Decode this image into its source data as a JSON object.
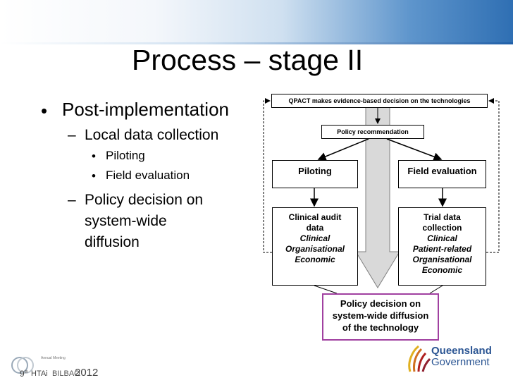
{
  "slide": {
    "title": "Process – stage II",
    "bullets": {
      "b1": "Post-implementation",
      "b2": "Local data collection",
      "b3": "Piloting",
      "b4": "Field evaluation",
      "b5_line1": "Policy decision on",
      "b5_line2": "system-wide",
      "b5_line3": "diffusion"
    }
  },
  "diagram": {
    "top_box": "QPACT makes evidence-based decision on the technologies",
    "policy_rec": "Policy recommendation",
    "piloting": "Piloting",
    "field_eval": "Field evaluation",
    "clinical_audit": {
      "title1": "Clinical audit",
      "title2": "data",
      "items": [
        "Clinical",
        "Organisational",
        "Economic"
      ]
    },
    "trial_data": {
      "title1": "Trial data",
      "title2": "collection",
      "items": [
        "Clinical",
        "Patient-related",
        "Organisational",
        "Economic"
      ]
    },
    "final": [
      "Policy decision on",
      "system-wide diffusion",
      "of the technology"
    ]
  },
  "footer": {
    "conf_number": "9",
    "conf_sup": "th",
    "conf_name": "HTAi",
    "conf_city": "BILBAO",
    "conf_year": "2012",
    "conf_small": "Annual Meeting",
    "govt1": "Queensland",
    "govt2": "Government"
  },
  "colors": {
    "accent_blue": "#2f6fb3",
    "final_border": "#a040a0",
    "arrow_fill": "#d9d9d9"
  }
}
